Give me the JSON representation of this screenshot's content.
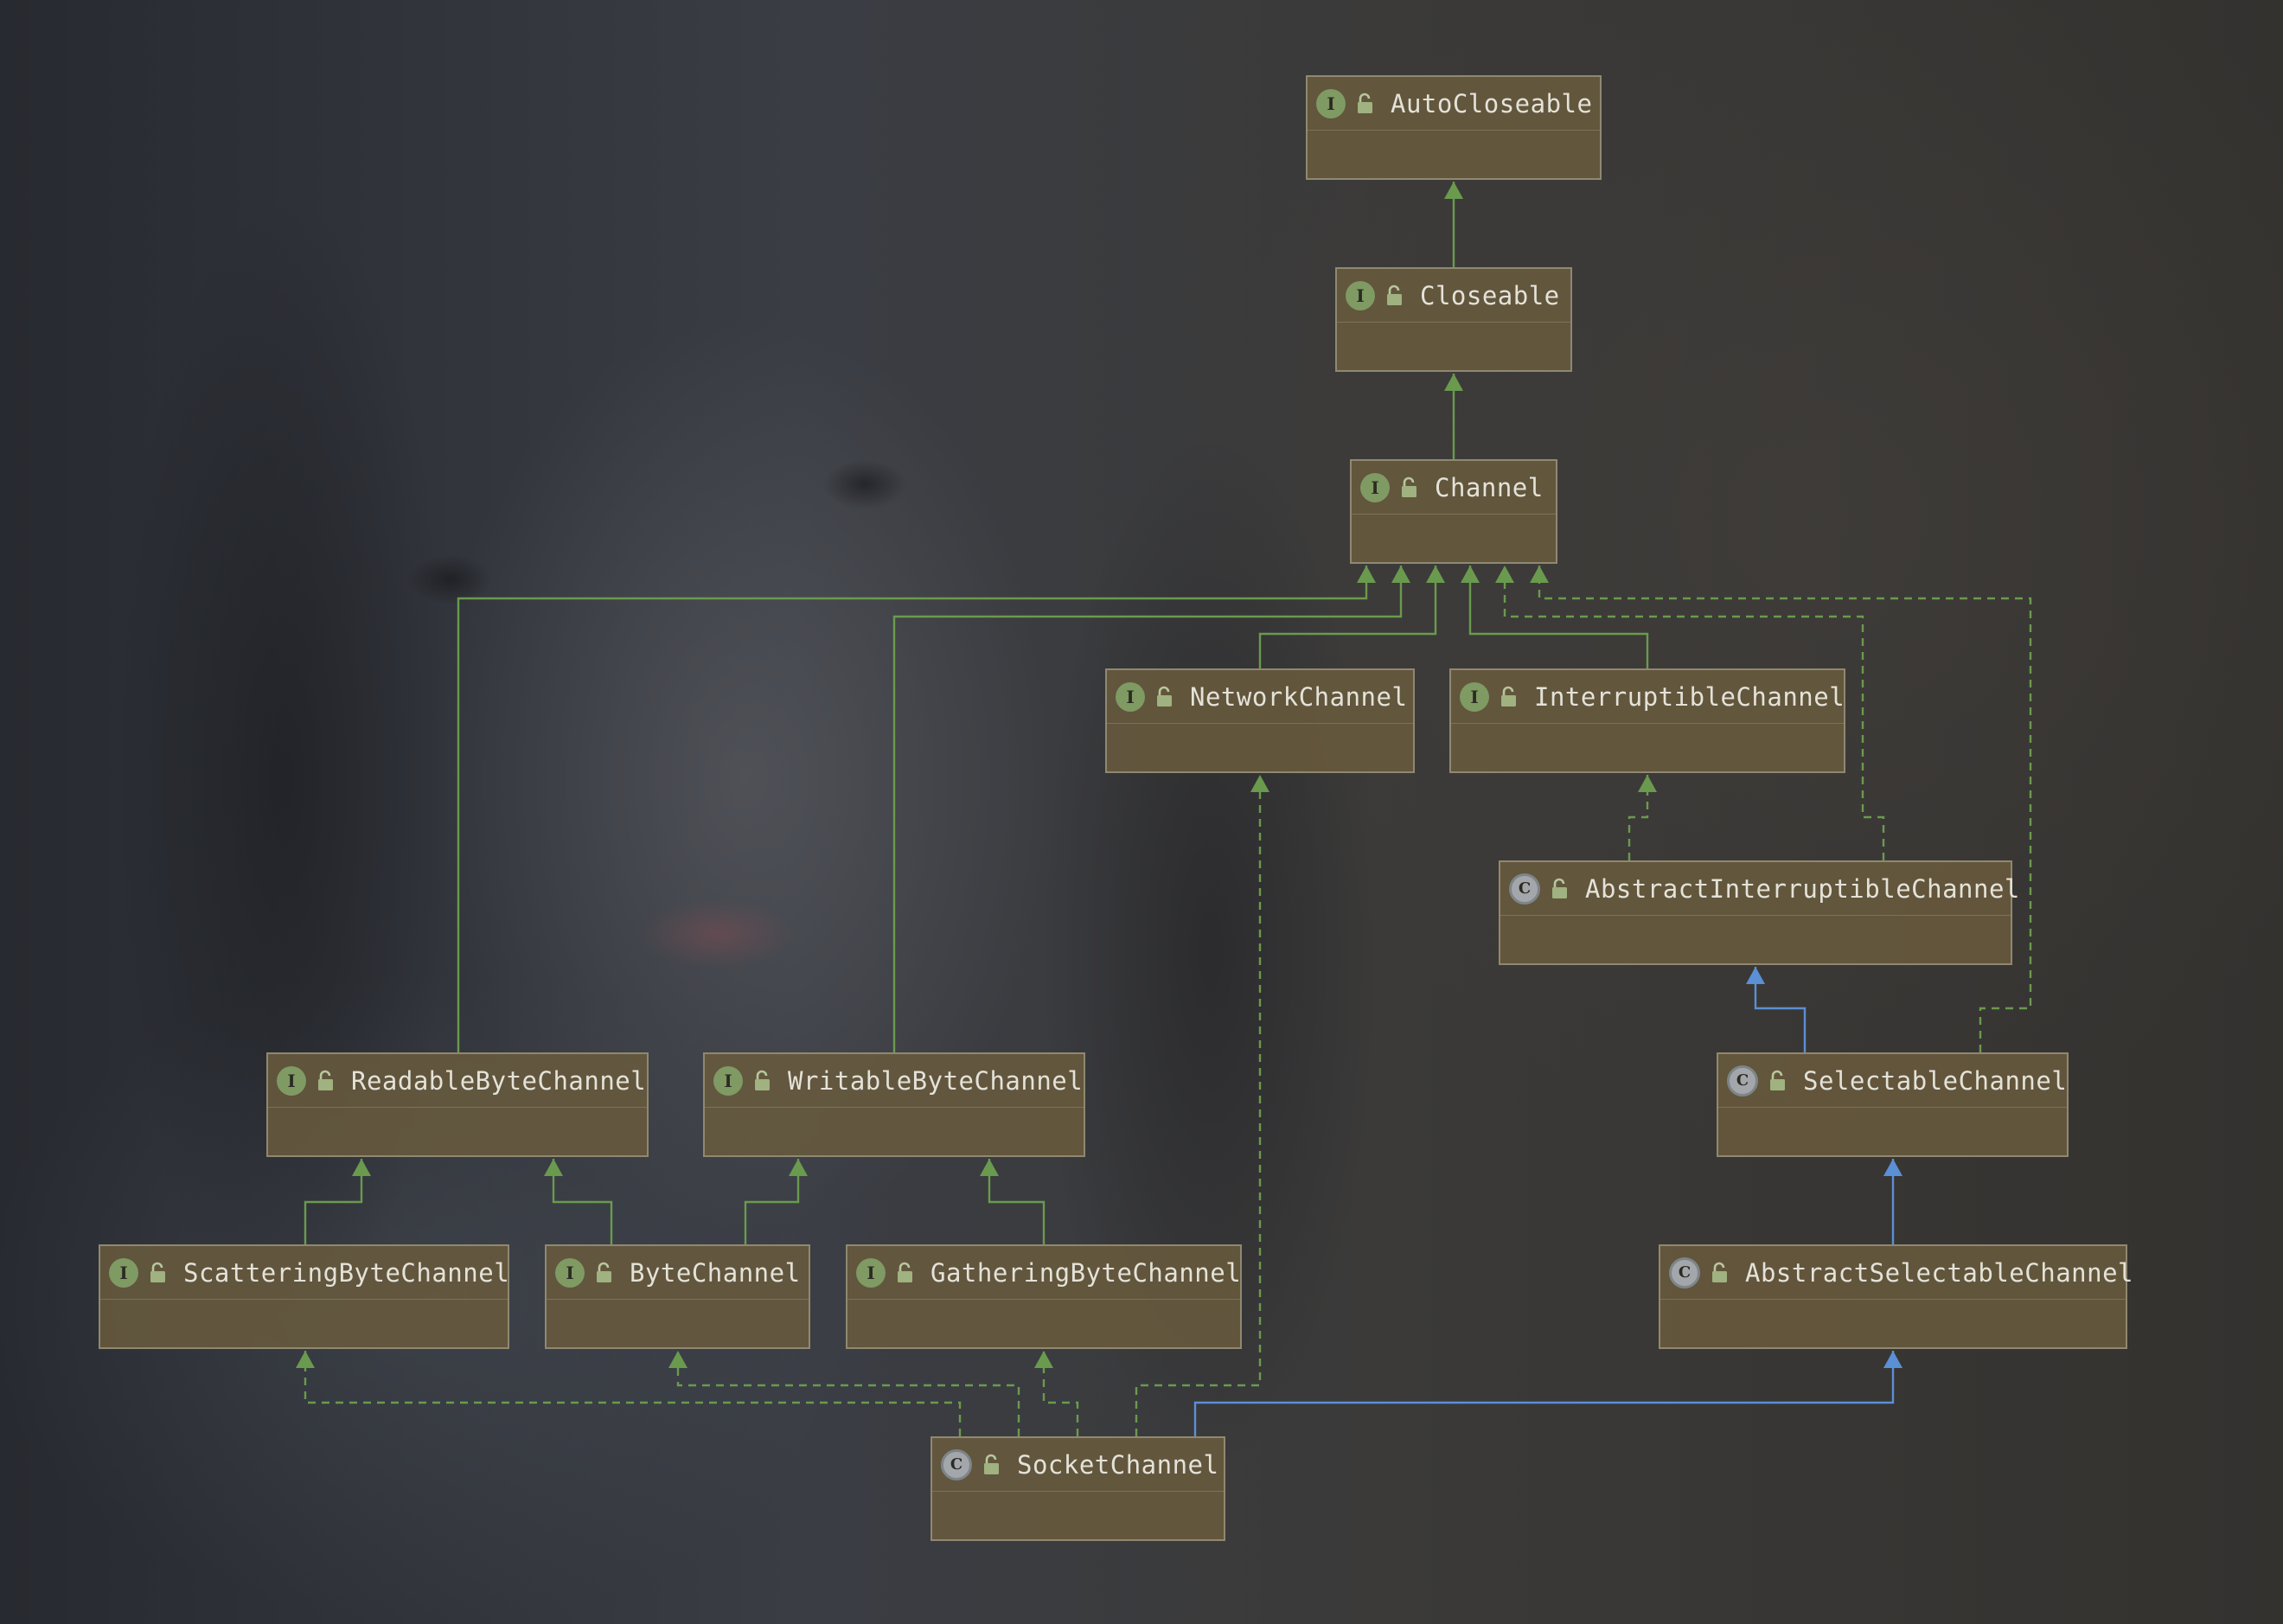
{
  "diagram": {
    "nodes": [
      {
        "id": "AutoCloseable",
        "label": "AutoCloseable",
        "kind": "I"
      },
      {
        "id": "Closeable",
        "label": "Closeable",
        "kind": "I"
      },
      {
        "id": "Channel",
        "label": "Channel",
        "kind": "I"
      },
      {
        "id": "NetworkChannel",
        "label": "NetworkChannel",
        "kind": "I"
      },
      {
        "id": "InterruptibleChannel",
        "label": "InterruptibleChannel",
        "kind": "I"
      },
      {
        "id": "AbstractInterruptibleChannel",
        "label": "AbstractInterruptibleChannel",
        "kind": "C"
      },
      {
        "id": "SelectableChannel",
        "label": "SelectableChannel",
        "kind": "C"
      },
      {
        "id": "AbstractSelectableChannel",
        "label": "AbstractSelectableChannel",
        "kind": "C"
      },
      {
        "id": "ReadableByteChannel",
        "label": "ReadableByteChannel",
        "kind": "I"
      },
      {
        "id": "WritableByteChannel",
        "label": "WritableByteChannel",
        "kind": "I"
      },
      {
        "id": "ScatteringByteChannel",
        "label": "ScatteringByteChannel",
        "kind": "I"
      },
      {
        "id": "ByteChannel",
        "label": "ByteChannel",
        "kind": "I"
      },
      {
        "id": "GatheringByteChannel",
        "label": "GatheringByteChannel",
        "kind": "I"
      },
      {
        "id": "SocketChannel",
        "label": "SocketChannel",
        "kind": "C"
      }
    ],
    "edges": [
      {
        "from": "Closeable",
        "to": "AutoCloseable",
        "type": "extends"
      },
      {
        "from": "Channel",
        "to": "Closeable",
        "type": "extends"
      },
      {
        "from": "ReadableByteChannel",
        "to": "Channel",
        "type": "extends"
      },
      {
        "from": "WritableByteChannel",
        "to": "Channel",
        "type": "extends"
      },
      {
        "from": "NetworkChannel",
        "to": "Channel",
        "type": "extends"
      },
      {
        "from": "InterruptibleChannel",
        "to": "Channel",
        "type": "extends"
      },
      {
        "from": "AbstractInterruptibleChannel",
        "to": "Channel",
        "type": "implements"
      },
      {
        "from": "SelectableChannel",
        "to": "Channel",
        "type": "implements"
      },
      {
        "from": "AbstractInterruptibleChannel",
        "to": "InterruptibleChannel",
        "type": "implements"
      },
      {
        "from": "SelectableChannel",
        "to": "AbstractInterruptibleChannel",
        "type": "class-extends"
      },
      {
        "from": "AbstractSelectableChannel",
        "to": "SelectableChannel",
        "type": "class-extends"
      },
      {
        "from": "ScatteringByteChannel",
        "to": "ReadableByteChannel",
        "type": "extends"
      },
      {
        "from": "ByteChannel",
        "to": "ReadableByteChannel",
        "type": "extends"
      },
      {
        "from": "ByteChannel",
        "to": "WritableByteChannel",
        "type": "extends"
      },
      {
        "from": "GatheringByteChannel",
        "to": "WritableByteChannel",
        "type": "extends"
      },
      {
        "from": "SocketChannel",
        "to": "ScatteringByteChannel",
        "type": "implements"
      },
      {
        "from": "SocketChannel",
        "to": "ByteChannel",
        "type": "implements"
      },
      {
        "from": "SocketChannel",
        "to": "GatheringByteChannel",
        "type": "implements"
      },
      {
        "from": "SocketChannel",
        "to": "NetworkChannel",
        "type": "implements"
      },
      {
        "from": "SocketChannel",
        "to": "AbstractSelectableChannel",
        "type": "class-extends"
      }
    ]
  },
  "badges": {
    "interface": "I",
    "class": "C"
  },
  "icons": {
    "kind_badge": "interface-or-class-badge-icon",
    "access": "unlocked-padlock-icon"
  },
  "colors": {
    "extends_edge": "#6a9a4e",
    "implements_edge": "#6a9a4e",
    "class_extends_edge": "#5b8fd6",
    "interface_badge": "#7f9a63",
    "class_badge": "#a3a7ab"
  }
}
